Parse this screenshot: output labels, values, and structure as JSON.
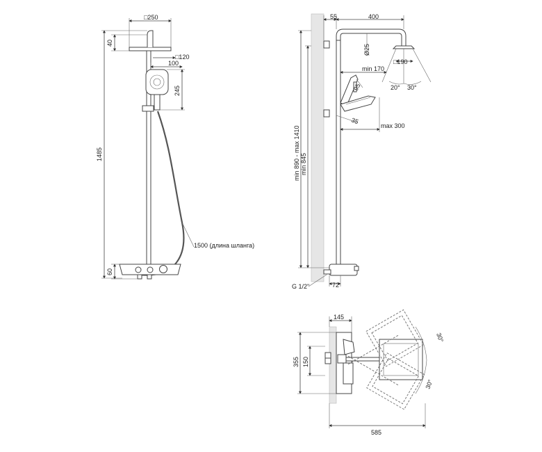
{
  "front_view": {
    "head_square": "□250",
    "head_height": "40",
    "hand_square": "□120",
    "hand_offset": "100",
    "hand_height": "245",
    "total_height": "1485",
    "hose_note": "1500 (длина шланга)",
    "console_height": "60"
  },
  "side_view": {
    "wall_gap": "55",
    "arm_length": "400",
    "pipe_diameter": "Ø25",
    "head_square": "□190",
    "angle_left": "20°",
    "angle_right": "30°",
    "min_170": "min 170",
    "hand_95": "95",
    "hand_35": "35",
    "max_300": "max 300",
    "height_range": "min 890 - max 1410",
    "min_845": "min 845",
    "thread": "G 1/2\"",
    "offset_72": "72"
  },
  "top_view": {
    "width_145": "145",
    "depth_355": "355",
    "spacing_150": "150",
    "total_585": "585",
    "angle_top": "30°",
    "angle_bottom": "30°"
  }
}
